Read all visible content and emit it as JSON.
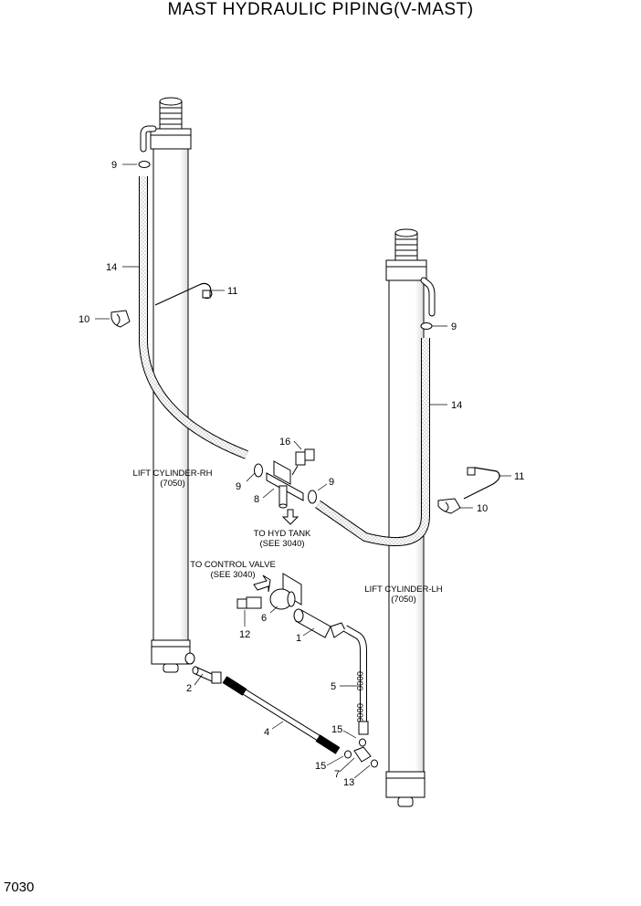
{
  "title": "MAST HYDRAULIC PIPING(V-MAST)",
  "page_number": "7030",
  "captions": {
    "rh_line1": "LIFT CYLINDER-RH",
    "rh_line2": "(7050)",
    "lh_line1": "LIFT CYLINDER-LH",
    "lh_line2": "(7050)",
    "tank_line1": "TO HYD TANK",
    "tank_line2": "(SEE 3040)",
    "valve_line1": "TO CONTROL VALVE",
    "valve_line2": "(SEE 3040)"
  },
  "callouts": {
    "c9a": "9",
    "c14a": "14",
    "c11a": "11",
    "c10a": "10",
    "c9b": "9",
    "c14b": "14",
    "c11b": "11",
    "c10b": "10",
    "c16": "16",
    "c9c": "9",
    "c8": "8",
    "c9d": "9",
    "c6": "6",
    "c12": "12",
    "c1": "1",
    "c2": "2",
    "c5": "5",
    "c4": "4",
    "c15a": "15",
    "c15b": "15",
    "c7": "7",
    "c13": "13"
  },
  "hose_markings": {
    "upper": "0000",
    "lower": "0000"
  }
}
